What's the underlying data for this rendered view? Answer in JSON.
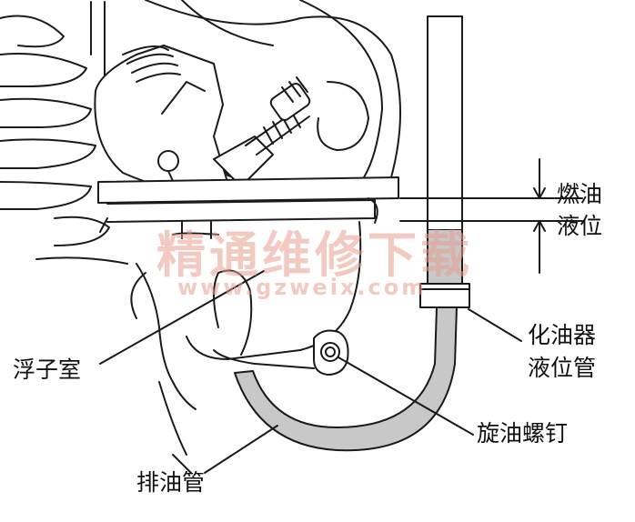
{
  "labels": {
    "fuel_level_line1": "燃油",
    "fuel_level_line2": "液位",
    "level_tube_line1": "化油器",
    "level_tube_line2": "液位管",
    "float_chamber": "浮子室",
    "drain_screw": "旋油螺钉",
    "drain_tube": "排油管"
  },
  "watermark": {
    "title": "精通维修下载",
    "url": "www.gzweix.com"
  },
  "colors": {
    "line": "#1a1a1a",
    "tube_fill": "#c8c8c8",
    "watermark": "#e8a090"
  }
}
